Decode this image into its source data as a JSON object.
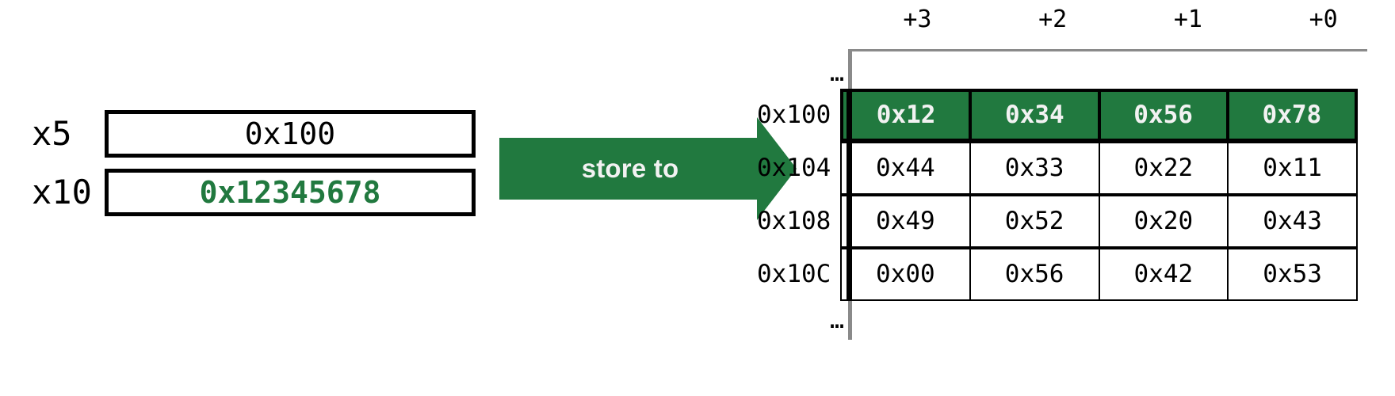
{
  "diagram": {
    "title": "store-to-memory byte layout",
    "accent_color": "#21793f",
    "rail_color": "#8a8a8a",
    "border_color": "#000000"
  },
  "registers": {
    "rows": [
      {
        "name": "x5",
        "value": "0x100",
        "accent": false
      },
      {
        "name": "x10",
        "value": "0x12345678",
        "accent": true
      }
    ]
  },
  "arrow": {
    "label": "store to",
    "color": "#21793f",
    "label_color": "#f2f2f2"
  },
  "memory": {
    "column_headers": [
      "+3",
      "+2",
      "+1",
      "+0"
    ],
    "ellipsis_top": "…",
    "ellipsis_bottom": "…",
    "rows": [
      {
        "address": "0x100",
        "highlight": true,
        "bytes": [
          "0x12",
          "0x34",
          "0x56",
          "0x78"
        ]
      },
      {
        "address": "0x104",
        "highlight": false,
        "bytes": [
          "0x44",
          "0x33",
          "0x22",
          "0x11"
        ]
      },
      {
        "address": "0x108",
        "highlight": false,
        "bytes": [
          "0x49",
          "0x52",
          "0x20",
          "0x43"
        ]
      },
      {
        "address": "0x10C",
        "highlight": false,
        "bytes": [
          "0x00",
          "0x56",
          "0x42",
          "0x53"
        ]
      }
    ]
  }
}
